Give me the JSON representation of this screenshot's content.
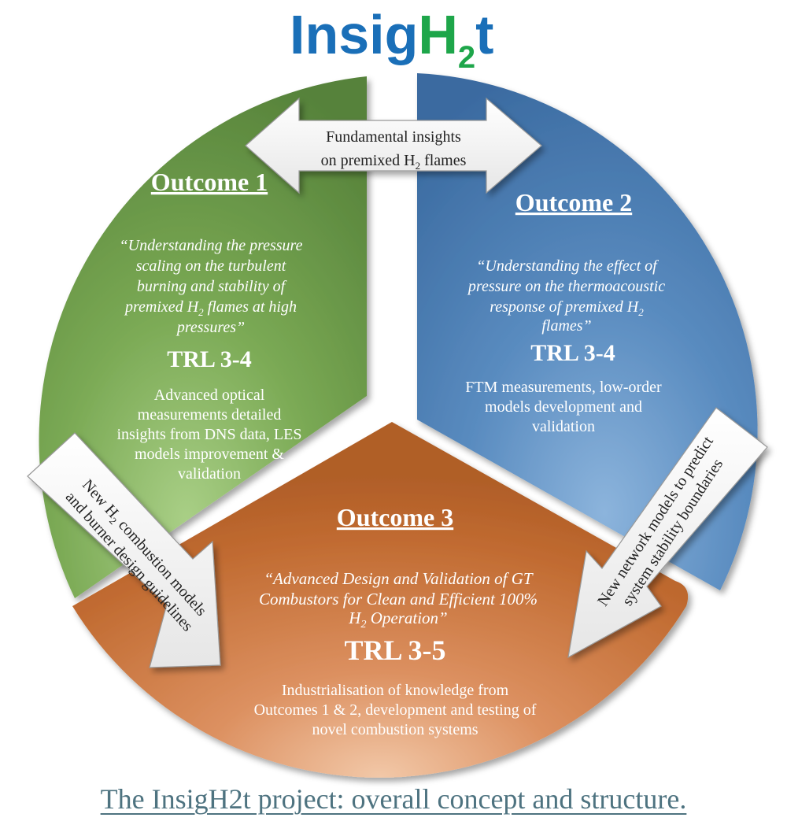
{
  "logo": {
    "part1": "Insig",
    "part2": "H",
    "part3": "2",
    "part4": "t",
    "colors": {
      "blue": "#1a6fb8",
      "green": "#1ea64a"
    }
  },
  "top_arrow": {
    "line1": "Fundamental insights",
    "line2_prefix": "on premixed H",
    "line2_sub": "2",
    "line2_suffix": " flames"
  },
  "outcome1": {
    "title": "Outcome 1",
    "quote_lines": [
      "“Understanding the pressure",
      "scaling on the turbulent",
      "burning and stability of"
    ],
    "quote_line4_prefix": "premixed H",
    "quote_line4_sub": "2",
    "quote_line4_suffix": " flames at high",
    "quote_line5": "pressures”",
    "trl": "TRL 3-4",
    "desc_lines": [
      "Advanced optical",
      "measurements detailed",
      "insights from DNS data, LES",
      "models improvement &",
      "validation"
    ],
    "color": "#6b9a45"
  },
  "outcome2": {
    "title": "Outcome 2",
    "quote_lines": [
      "“Understanding the effect of",
      "pressure on the thermoacoustic"
    ],
    "quote_line3_prefix": "response of premixed H",
    "quote_line3_sub": "2",
    "quote_line4": "flames”",
    "trl": "TRL 3-4",
    "desc_lines": [
      "FTM measurements, low-order",
      "models development and",
      "validation"
    ],
    "color": "#4a7fb5"
  },
  "outcome3": {
    "title": "Outcome 3",
    "quote_line1": "“Advanced Design and Validation of GT",
    "quote_line2": "Combustors for Clean and Efficient 100%",
    "quote_line3_prefix": "H",
    "quote_line3_sub": "2",
    "quote_line3_suffix": " Operation”",
    "trl": "TRL 3-5",
    "desc_lines": [
      "Industrialisation of knowledge from",
      "Outcomes 1 & 2, development and testing of",
      "novel combustion systems"
    ],
    "color": "#c8743a"
  },
  "left_arrow": {
    "line1_prefix": "New H",
    "line1_sub": "2",
    "line1_suffix": " combustion models",
    "line2": "and burner design guidelines"
  },
  "right_arrow": {
    "line1": "New network models to predict",
    "line2": "system stability boundaries"
  },
  "caption": "The InsigH2t project: overall concept and structure."
}
